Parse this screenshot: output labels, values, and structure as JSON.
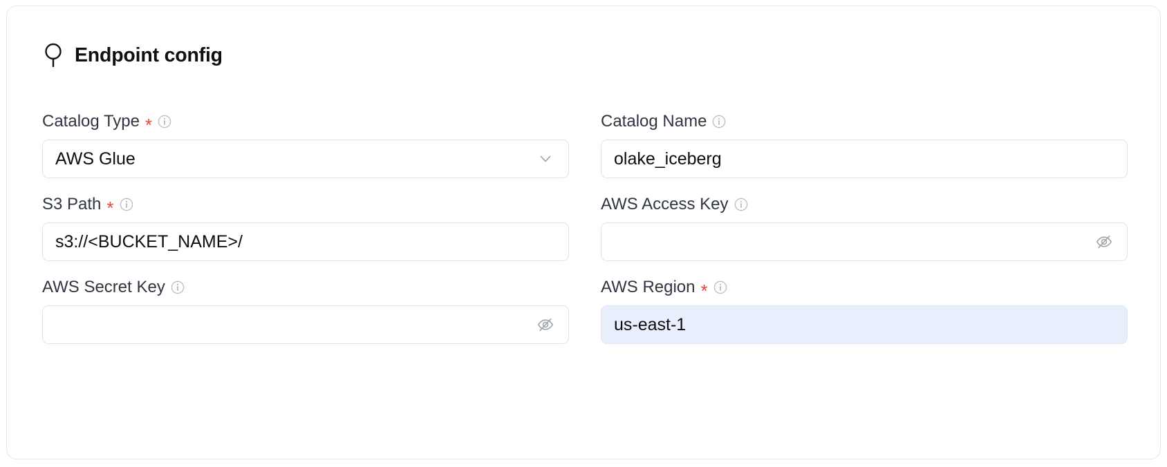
{
  "card": {
    "header": {
      "icon": "location-pin-icon",
      "title": "Endpoint config"
    }
  },
  "form": {
    "fields": [
      {
        "name": "catalog-type",
        "label": "Catalog Type",
        "required": true,
        "info": true,
        "control": "select",
        "value": "AWS Glue",
        "placeholder": "",
        "trailing_icon": "chevron-down-icon",
        "autofilled": false
      },
      {
        "name": "catalog-name",
        "label": "Catalog Name",
        "required": false,
        "info": true,
        "control": "text",
        "value": "olake_iceberg",
        "placeholder": "",
        "trailing_icon": "",
        "autofilled": false
      },
      {
        "name": "s3-path",
        "label": "S3 Path",
        "required": true,
        "info": true,
        "control": "text",
        "value": "s3://<BUCKET_NAME>/",
        "placeholder": "",
        "trailing_icon": "",
        "autofilled": false
      },
      {
        "name": "aws-access-key",
        "label": "AWS Access Key",
        "required": false,
        "info": true,
        "control": "password",
        "value": "",
        "placeholder": "",
        "trailing_icon": "eye-off-icon",
        "autofilled": false
      },
      {
        "name": "aws-secret-key",
        "label": "AWS Secret Key",
        "required": false,
        "info": true,
        "control": "password",
        "value": "",
        "placeholder": "",
        "trailing_icon": "eye-off-icon",
        "autofilled": false
      },
      {
        "name": "aws-region",
        "label": "AWS Region",
        "required": true,
        "info": true,
        "control": "text",
        "value": "us-east-1",
        "placeholder": "",
        "trailing_icon": "",
        "autofilled": true
      }
    ],
    "required_marker": "*"
  },
  "colors": {
    "card_border": "#e9e9e9",
    "input_border": "#e3e3e5",
    "label_text": "#2f3541",
    "value_text": "#0d0d0d",
    "required_red": "#e8463f",
    "autofill_background": "#e8eefb",
    "icon_gray": "#9aa0a6"
  }
}
